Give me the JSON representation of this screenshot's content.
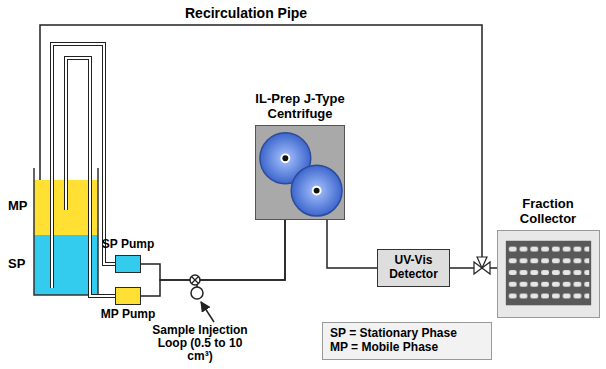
{
  "diagram": {
    "nodes": [
      {
        "text": [
          "SP Pump"
        ]
      },
      {
        "text": [
          "MP Pump"
        ]
      },
      {
        "text": [
          "IL-Prep J-Type Centrifuge"
        ]
      },
      {
        "text": [
          "UV-Vis Detector"
        ]
      },
      {
        "text": [
          "Fraction Collector"
        ]
      },
      {
        "text": [
          "SP = Stationary Phase",
          "MP = Mobile Phase"
        ]
      }
    ],
    "edges": [
      {
        "from": 0,
        "to": 2,
        "arrow": "none"
      },
      {
        "from": 1,
        "to": 2,
        "arrow": "none"
      },
      {
        "from": 2,
        "to": 3,
        "arrow": "none"
      },
      {
        "from": 3,
        "to": 4,
        "arrow": "none"
      }
    ],
    "labels": [
      "Recirculation Pipe",
      "MP",
      "SP",
      "Sample Injection Loop (0.5 to 10 cm³)"
    ]
  }
}
